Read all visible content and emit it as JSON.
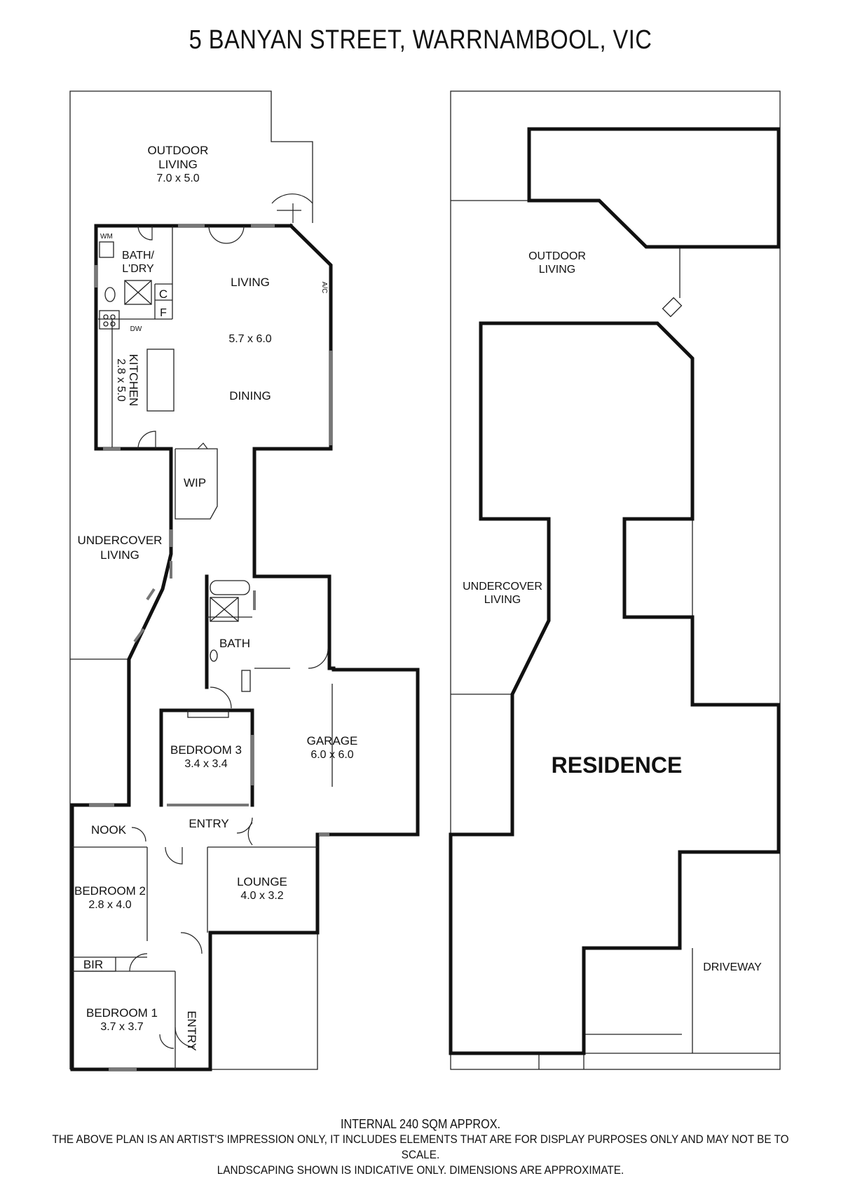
{
  "title": "5 BANYAN STREET, WARRNAMBOOL, VIC",
  "floor_plan": {
    "outdoor_living": {
      "name": "OUTDOOR",
      "name2": "LIVING",
      "dims": "7.0 x 5.0"
    },
    "wm": "WM",
    "bath_ldry": {
      "name": "BATH/",
      "name2": "L'DRY"
    },
    "c": "C",
    "f": "F",
    "dw": "DW",
    "ac": "A/C",
    "living": "LIVING",
    "living_dims": "5.7 x 6.0",
    "dining": "DINING",
    "kitchen": {
      "name": "KITCHEN",
      "dims": "2.8 x 5.0"
    },
    "wip": "WIP",
    "undercover_living": {
      "name": "UNDERCOVER",
      "name2": "LIVING"
    },
    "bath": "BATH",
    "bedroom3": {
      "name": "BEDROOM 3",
      "dims": "3.4 x 3.4"
    },
    "garage": {
      "name": "GARAGE",
      "dims": "6.0 x 6.0"
    },
    "nook": "NOOK",
    "entry": "ENTRY",
    "bedroom2": {
      "name": "BEDROOM 2",
      "dims": "2.8 x 4.0"
    },
    "lounge": {
      "name": "LOUNGE",
      "dims": "4.0 x 3.2"
    },
    "bir": "BIR",
    "bedroom1": {
      "name": "BEDROOM 1",
      "dims": "3.7 x 3.7"
    },
    "entry2": "ENTRY"
  },
  "site_plan": {
    "outdoor_living": {
      "name": "OUTDOOR",
      "name2": "LIVING"
    },
    "undercover_living": {
      "name": "UNDERCOVER",
      "name2": "LIVING"
    },
    "residence": "RESIDENCE",
    "driveway": "DRIVEWAY"
  },
  "footer": {
    "area": "INTERNAL 240 SQM APPROX.",
    "line2": "THE ABOVE PLAN IS AN ARTIST'S IMPRESSION ONLY, IT INCLUDES ELEMENTS THAT ARE FOR DISPLAY PURPOSES ONLY AND MAY NOT BE TO SCALE.",
    "line3": "LANDSCAPING SHOWN IS INDICATIVE ONLY. DIMENSIONS ARE APPROXIMATE."
  }
}
